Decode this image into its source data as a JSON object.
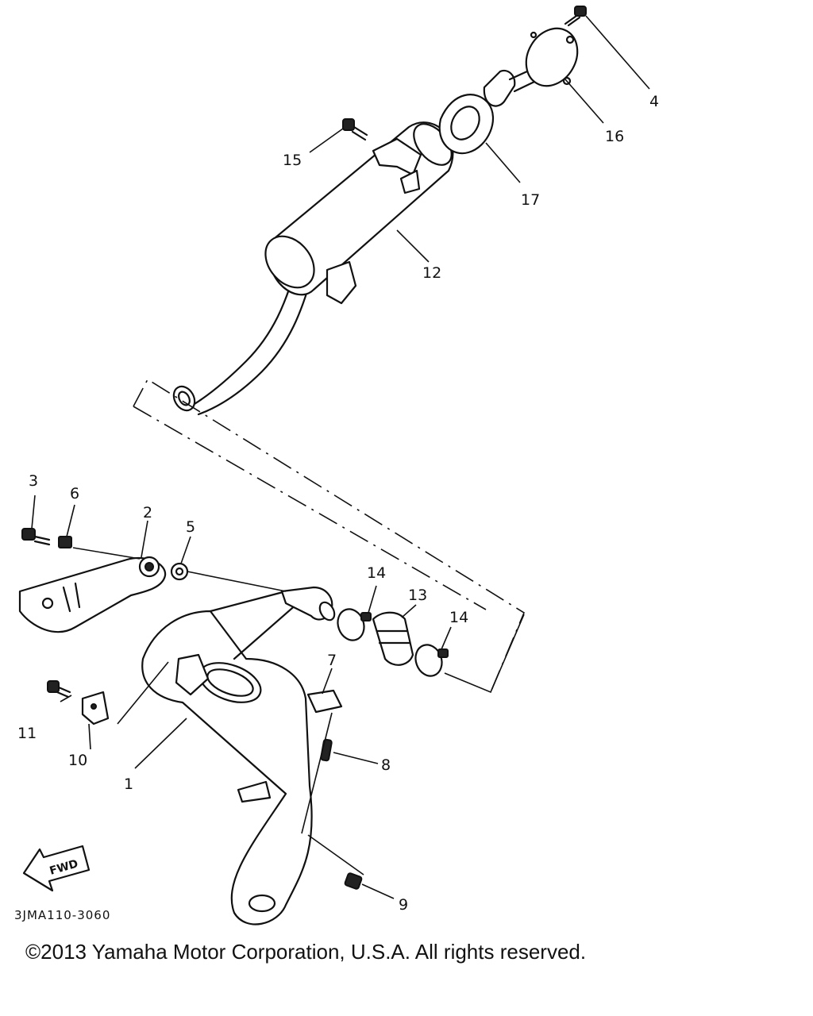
{
  "diagram": {
    "code": "3JMA110-3060",
    "fwd_label": "FWD",
    "callouts": [
      {
        "id": "c1",
        "text": "1"
      },
      {
        "id": "c2",
        "text": "2"
      },
      {
        "id": "c3",
        "text": "3"
      },
      {
        "id": "c4",
        "text": "4"
      },
      {
        "id": "c5",
        "text": "5"
      },
      {
        "id": "c6",
        "text": "6"
      },
      {
        "id": "c7",
        "text": "7"
      },
      {
        "id": "c8",
        "text": "8"
      },
      {
        "id": "c9",
        "text": "9"
      },
      {
        "id": "c10",
        "text": "10"
      },
      {
        "id": "c11",
        "text": "11"
      },
      {
        "id": "c12",
        "text": "12"
      },
      {
        "id": "c13",
        "text": "13"
      },
      {
        "id": "c14a",
        "text": "14"
      },
      {
        "id": "c14b",
        "text": "14"
      },
      {
        "id": "c15",
        "text": "15"
      },
      {
        "id": "c16",
        "text": "16"
      },
      {
        "id": "c17",
        "text": "17"
      }
    ]
  },
  "footer": {
    "copyright": "©2013 Yamaha Motor Corporation, U.S.A. All rights reserved."
  }
}
